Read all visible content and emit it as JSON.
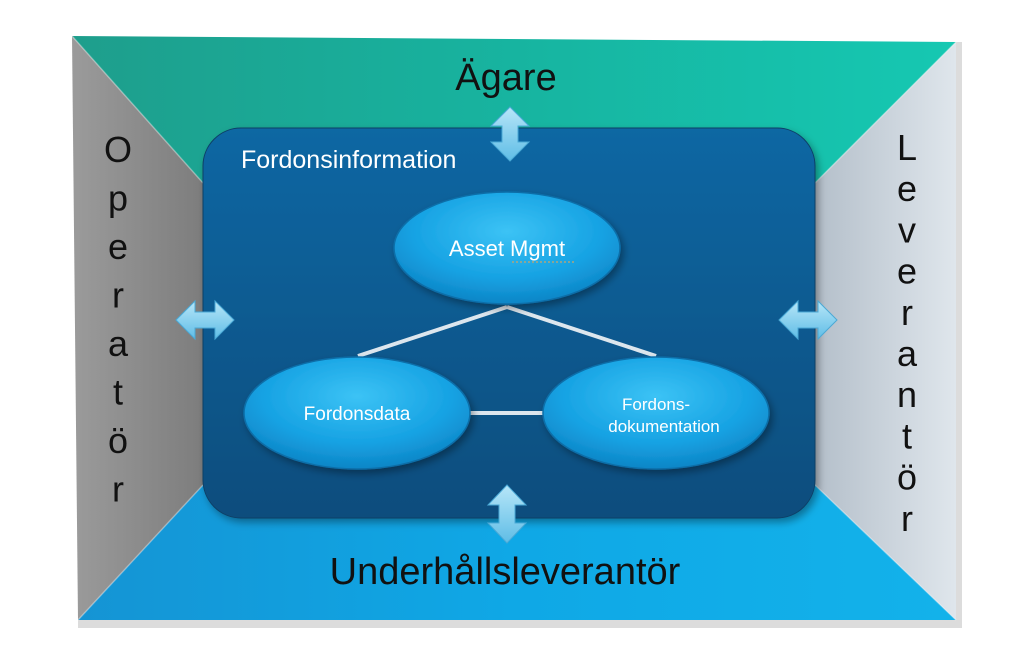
{
  "top": {
    "label": "Ägare",
    "color": "#1bb8a4"
  },
  "bottom": {
    "label": "Underhållsleverantör",
    "color": "#0f9fdc"
  },
  "left": {
    "label": "Operatör",
    "color": "#8e8e8e"
  },
  "right": {
    "label": "Leverantör",
    "color": "#c9d3dc"
  },
  "center": {
    "title": "Fordonsinformation",
    "color": "#0d5a8f"
  },
  "nodes": {
    "asset": {
      "label": "Asset Mgmt"
    },
    "data": {
      "label": "Fordonsdata"
    },
    "docs": {
      "line1": "Fordons-",
      "line2": "dokumentation"
    }
  },
  "accent": {
    "arrow": "#8ed4f2",
    "node": "#1aa7e8",
    "link": "#dce6ee"
  }
}
